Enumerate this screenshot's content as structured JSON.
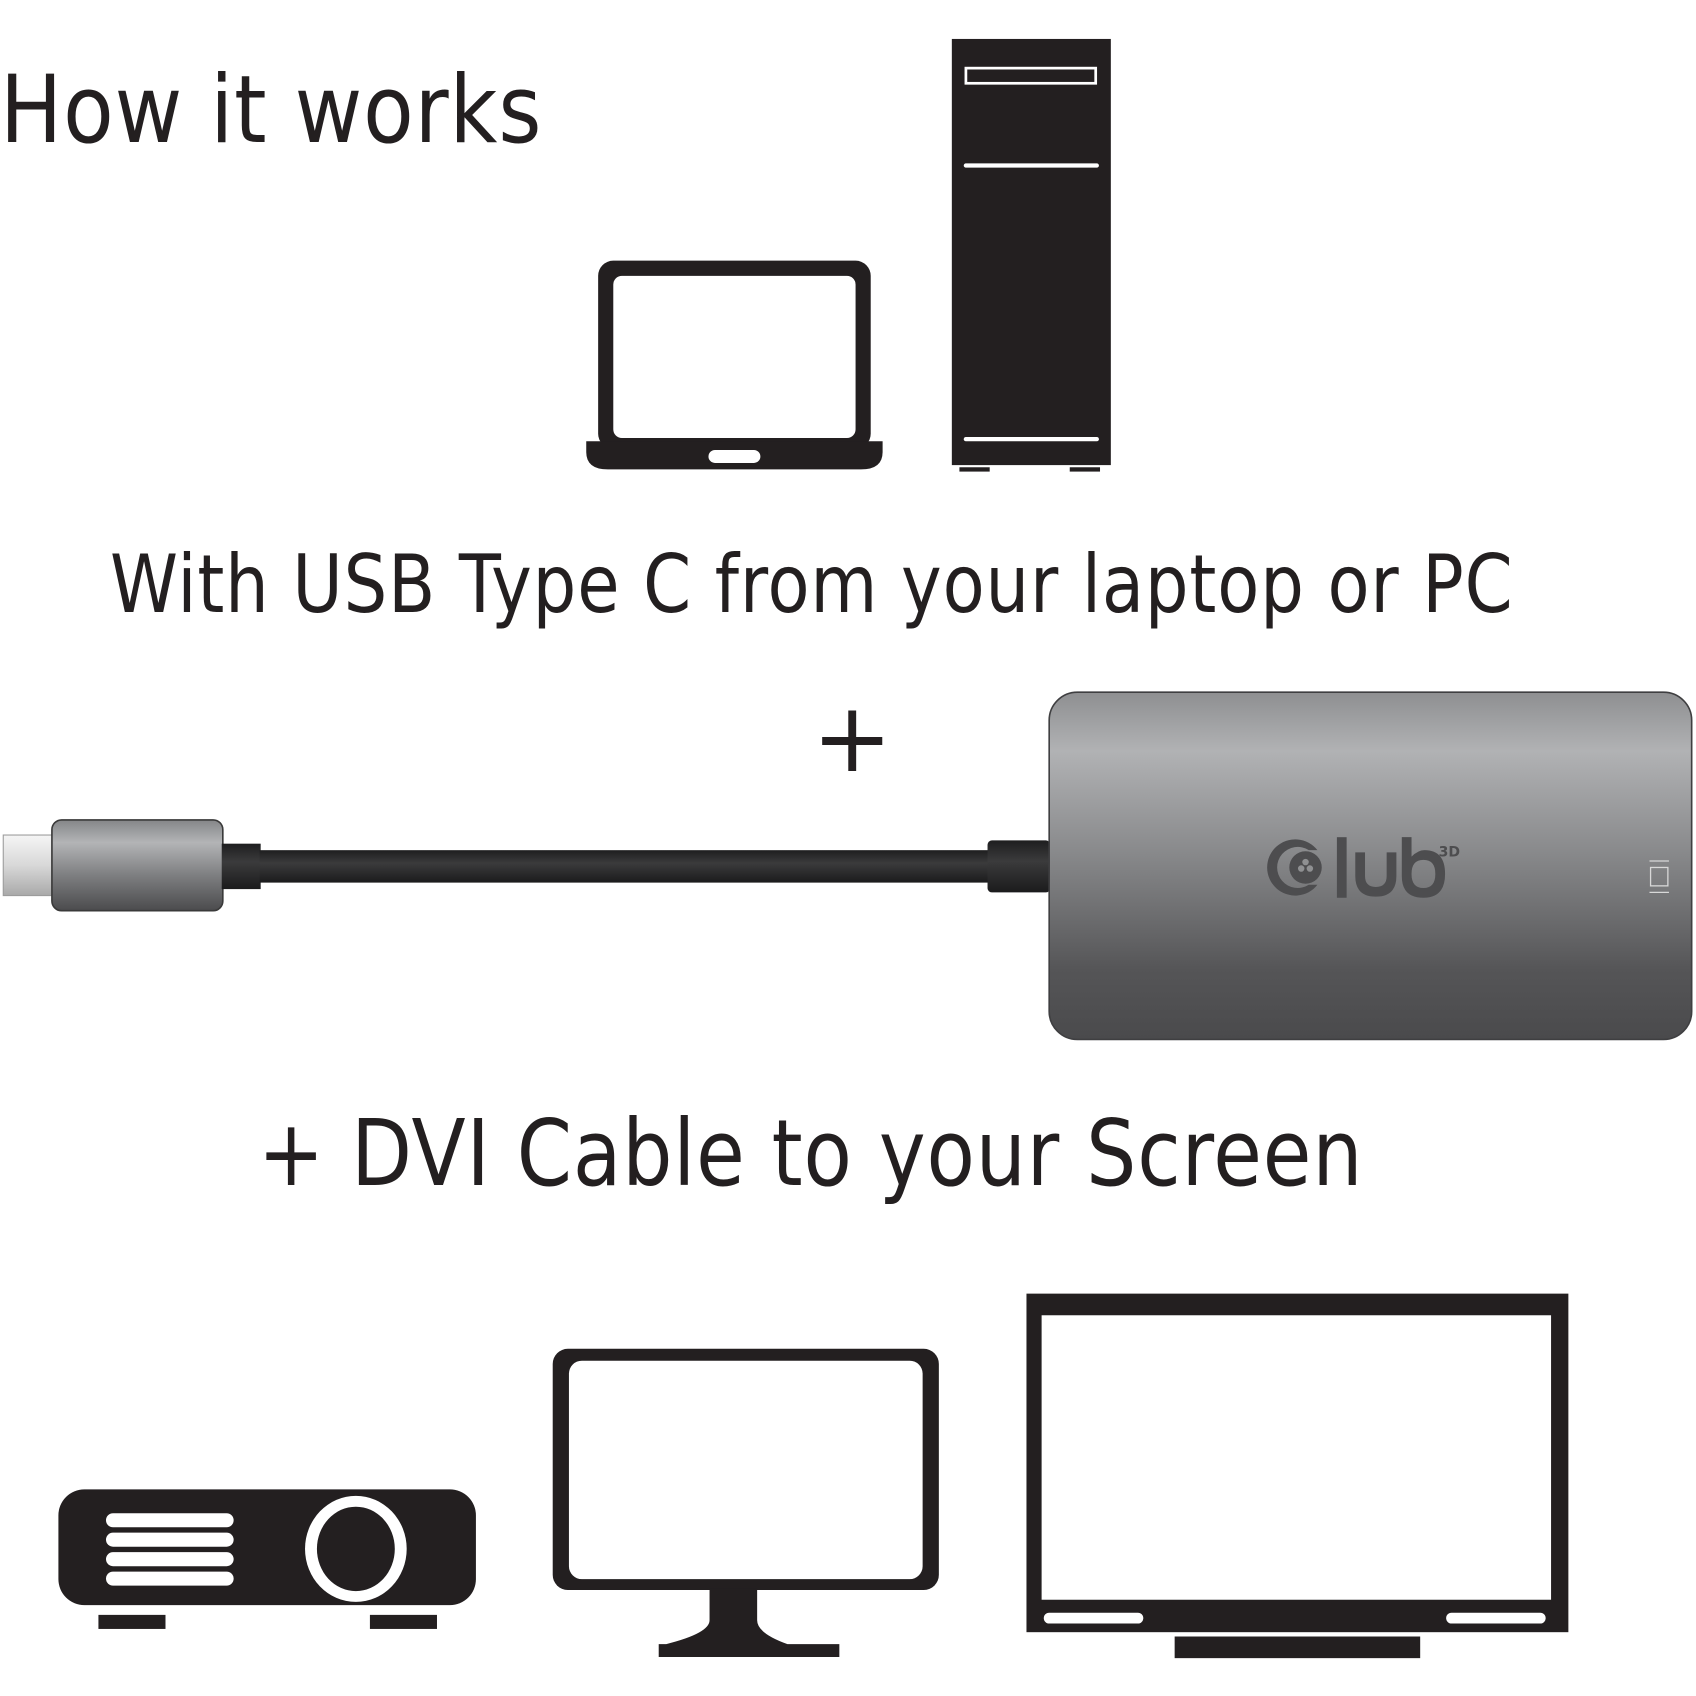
{
  "heading": {
    "title": "How it works"
  },
  "steps": {
    "source_caption": "With USB Type C from your laptop or PC",
    "plus_sign": "+",
    "target_caption": "+ DVI Cable to your Screen"
  },
  "product": {
    "brand_logo_text": "Club",
    "brand_logo_superscript": "3D",
    "connector": "USB Type C",
    "output": "DVI"
  },
  "icons": {
    "sources": [
      "laptop-icon",
      "desktop-tower-icon"
    ],
    "displays": [
      "projector-icon",
      "monitor-icon",
      "tv-icon"
    ]
  },
  "colors": {
    "ink": "#231f20",
    "adapter_light": "#b0b1b3",
    "adapter_dark": "#4b4b4d",
    "background": "#ffffff"
  }
}
